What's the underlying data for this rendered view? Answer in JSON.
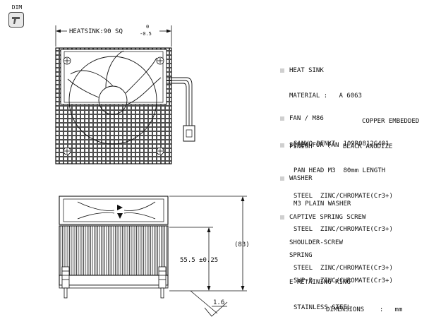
{
  "badge": {
    "label": "DIM"
  },
  "dims": {
    "top_width": "HEATSINK:90 SQ",
    "tol_upper": "0",
    "tol_lower": "-0.5",
    "fin_height": "55.5 ±0.25",
    "total_height": "(83)",
    "roughness": "1.6"
  },
  "specs": {
    "heatsink": {
      "title": "HEAT SINK",
      "line1": "MATERIAL :   A 6063",
      "line2": "                   COPPER EMBEDDED",
      "line3": "FINISH    :   BLACK ANODIZE"
    },
    "fan": {
      "title": "FAN / M86",
      "line1": "SANYO DENKI  109R0812G401"
    },
    "screw": {
      "title": "SCREW FOR FAN",
      "line1": "PAN HEAD M3  80mm LENGTH",
      "line2": "STEEL  ZINC/CHROMATE(Cr3+)"
    },
    "washer": {
      "title": "WASHER",
      "line1": "M3 PLAIN WASHER",
      "line2": "STEEL  ZINC/CHROMATE(Cr3+)"
    },
    "captive": {
      "title": "CAPTIVE SPRING SCREW",
      "line1": "SHOULDER-SCREW",
      "line2": "STEEL  ZINC/CHROMATE(Cr3+)"
    },
    "spring": {
      "title": "SPRING",
      "line1": "SWP-B  ZINC/CHROMATE(Cr3+)"
    },
    "ering": {
      "title": "E-RETAINING RING",
      "line1": "STAINLESS STEEL"
    }
  },
  "footer": {
    "units": "DIMENSIONS    :   mm"
  }
}
